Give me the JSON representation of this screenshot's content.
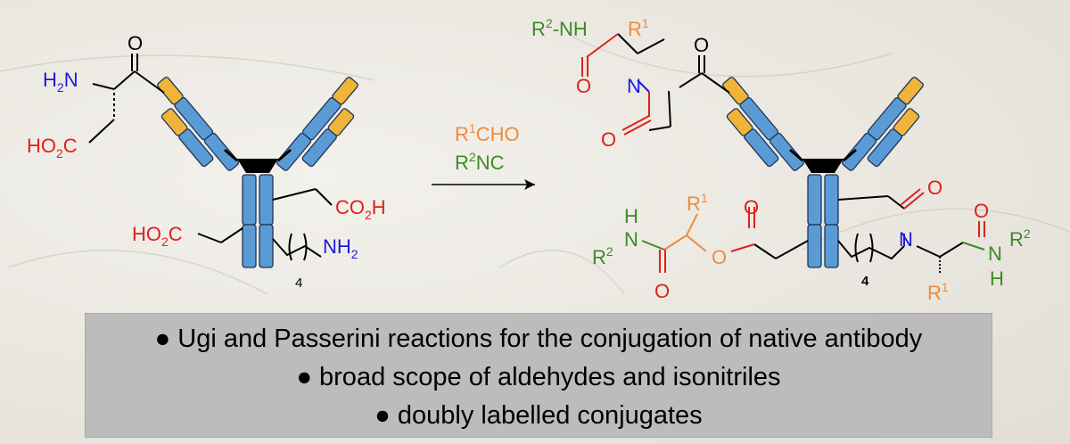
{
  "scheme": {
    "left": {
      "o_top": "O",
      "h2n": "H",
      "h2n_sub": "2",
      "h2n_n": "N",
      "ho2c_a": "HO",
      "ho2c_sub": "2",
      "ho2c_b": "C",
      "ho2c2_a": "HO",
      "ho2c2_sub": "2",
      "ho2c2_b": "C",
      "co2h_a": "CO",
      "co2h_sub": "2",
      "co2h_b": "H",
      "nh2": "NH",
      "nh2_sub": "2",
      "repeat": "4"
    },
    "arrow": {
      "reagent1_sup": "1",
      "reagent1_a": "R",
      "reagent1_b": "CHO",
      "reagent2_sup": "2",
      "reagent2_a": "R",
      "reagent2_b": "NC"
    },
    "right": {
      "r2nh_r": "R",
      "r2nh_sup": "2",
      "r2nh_nh": "-NH",
      "r1_top": "R",
      "r1_top_sup": "1",
      "o_amide": "O",
      "n_lactam": "N",
      "o_lactam": "O",
      "o_ketone": "O",
      "h_ester_amide": "H",
      "n_ester_amide": "N",
      "r2_ester": "R",
      "r2_ester_sup": "2",
      "r1_ester": "R",
      "r1_ester_sup": "1",
      "o_ester_top": "O",
      "o_ester_link": "O",
      "o_ester_bottom": "O",
      "o_imide_top": "O",
      "n_imide": "N",
      "o_right_amide": "O",
      "n_right": "N",
      "h_right": "H",
      "r2_right": "R",
      "r2_right_sup": "2",
      "r1_right": "R",
      "r1_right_sup": "1",
      "repeat": "4"
    }
  },
  "colors": {
    "blue_label": "#1a1adb",
    "red_label": "#e0201a",
    "green_label": "#3d8a28",
    "orange_label": "#f08a3c",
    "antibody_blue": "#5b9bd5",
    "antibody_gold": "#f0b43a"
  },
  "summary": {
    "bullets": [
      "● Ugi and Passerini reactions for the conjugation of native antibody",
      "● broad scope of aldehydes and isonitriles",
      "● doubly labelled conjugates"
    ]
  }
}
